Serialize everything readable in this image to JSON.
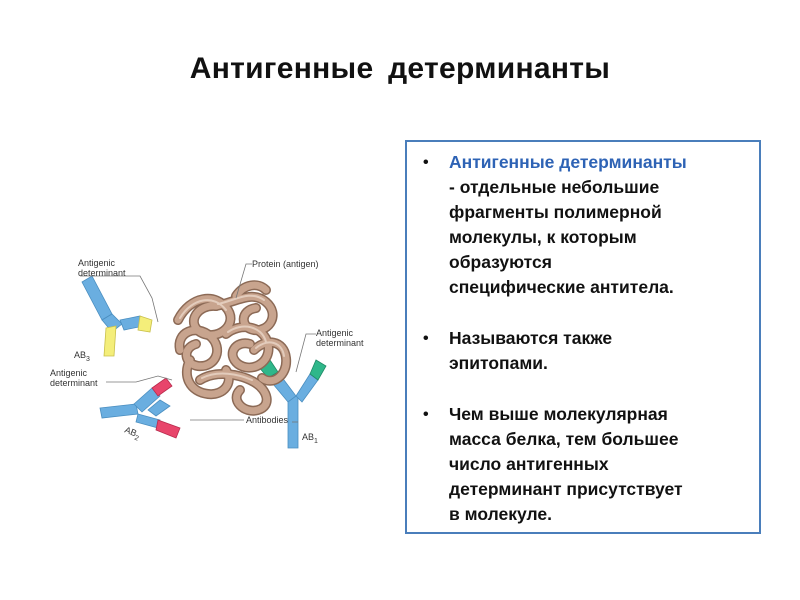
{
  "slide": {
    "title": "Антигенные  детерминанты"
  },
  "figure": {
    "labels": {
      "antigenic_determinant_top_left": [
        "Antigenic",
        "determinant"
      ],
      "protein_antigen": "Protein (antigen)",
      "ab3": "AB",
      "ab3_sub": "3",
      "antigenic_determinant_right": [
        "Antigenic",
        "determinant"
      ],
      "antigenic_determinant_left": [
        "Antigenic",
        "determinant"
      ],
      "antibodies": "Antibodies",
      "ab2": "AB",
      "ab2_sub": "2",
      "ab1": "AB",
      "ab1_sub": "1"
    },
    "colors": {
      "antibody": "#6aaee0",
      "yellow_determinant": "#f4ee7a",
      "pink_determinant": "#e8456b",
      "green_determinant": "#2fb78a",
      "protein": "#c8a48e"
    }
  },
  "textbox": {
    "bullet_glyph": "•",
    "items": [
      {
        "term": "Антигенные детерминанты",
        "lines": [
          "-  отдельные небольшие",
          "фрагменты полимерной",
          "молекулы, к которым",
          "образуются",
          "специфические антитела."
        ]
      },
      {
        "lines": [
          "Называются также",
          "эпитопами."
        ]
      },
      {
        "lines": [
          "Чем выше молекулярная",
          "масса белка, тем большее",
          "число антигенных",
          "детерминант присутствует",
          "в молекуле."
        ]
      }
    ],
    "border_color": "#4a7ebb",
    "term_color": "#2e63b5"
  }
}
